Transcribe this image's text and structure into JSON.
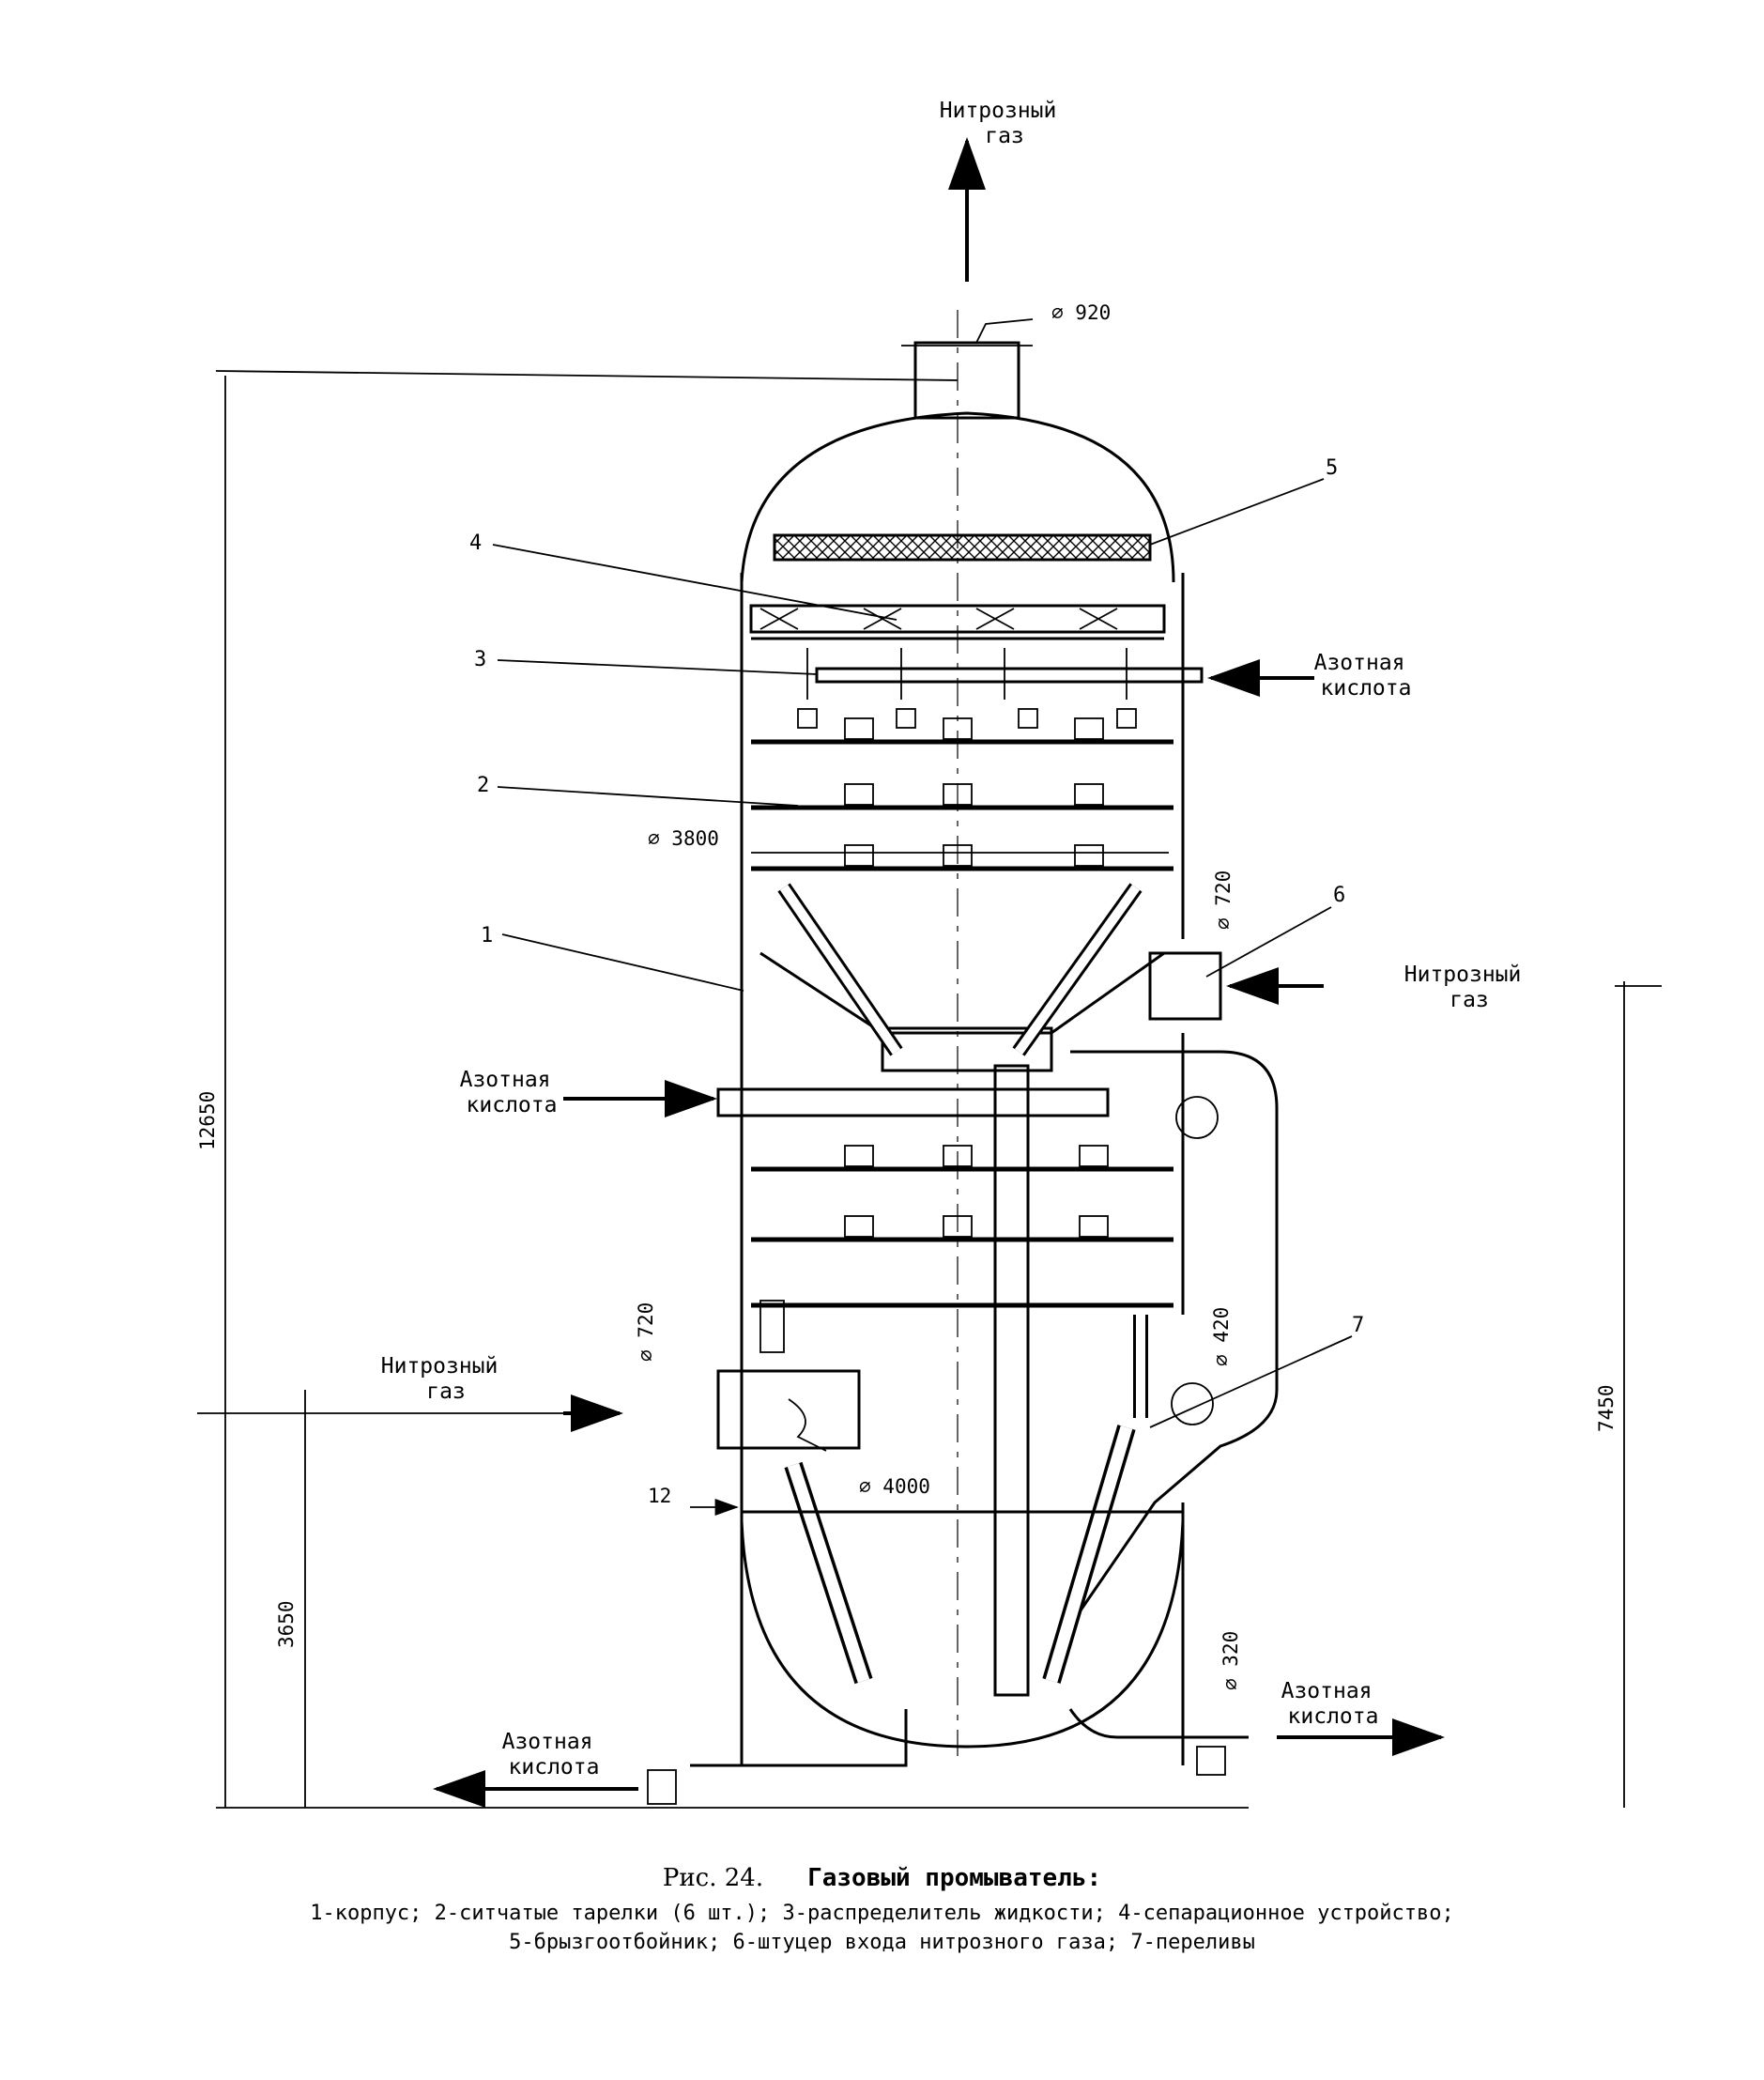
{
  "labels": {
    "nitrous_gas_out": [
      "Нитрозный",
      "газ"
    ],
    "nitric_acid_in_top": [
      "Азотная",
      "кислота"
    ],
    "nitrous_gas_in_side": [
      "Нитрозный",
      "газ"
    ],
    "nitric_acid_in_mid": [
      "Азотная",
      "кислота"
    ],
    "nitrous_gas_in_bottom": [
      "Нитрозный",
      "газ"
    ],
    "nitric_acid_out_right": [
      "Азотная",
      "кислота"
    ],
    "nitric_acid_out_left": [
      "Азотная",
      "кислота"
    ]
  },
  "dimensions": {
    "top_nozzle": "920",
    "shell_upper": "3800",
    "shell_lower": "4000",
    "nozzle_side": "720",
    "nozzle_bottom": "720",
    "overflow": "420",
    "outlet": "320",
    "total_height": "12650",
    "side_inlet_height": "7450",
    "bottom_inlet_height": "3650",
    "wall": "12"
  },
  "callouts": [
    "1",
    "2",
    "3",
    "4",
    "5",
    "6",
    "7"
  ],
  "caption": {
    "fig": "Рис. 24.",
    "title": "Газовый промыватель:",
    "line1": "1-корпус; 2-ситчатые тарелки (6 шт.); 3-распределитель жидкости; 4-сепарационное устройство;",
    "line2": "5-брызгоотбойник; 6-штуцер входа нитрозного газа; 7-переливы"
  }
}
